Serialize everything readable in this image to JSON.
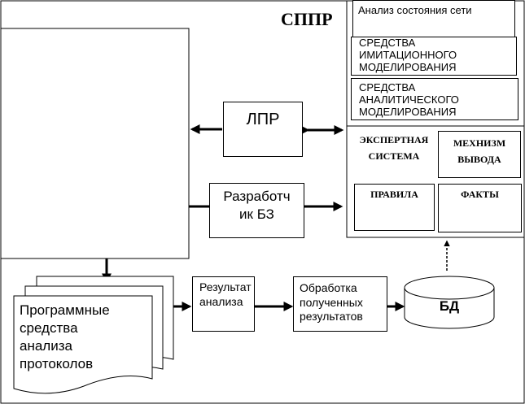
{
  "dss": {
    "title": "СППР",
    "network_analysis": "Анализ состояния сети",
    "simulation_tools": "СРЕДСТВА\n ИМИТАЦИОННОГО\nМОДЕЛИРОВАНИЯ",
    "analytic_tools": "СРЕДСТВА\nАНАЛИТИЧЕСКОГО\nМОДЕЛИРОВАНИЯ",
    "expert_system": "ЭКСПЕРТНАЯ\nСИСТЕМА",
    "inference_engine": "МЕХНИЗМ\nВЫВОДА",
    "rules": "ПРАВИЛА",
    "facts": "ФАКТЫ"
  },
  "actors": {
    "decision_maker": "ЛПР",
    "kb_developer": "Разработч\nик БЗ"
  },
  "pipeline": {
    "protocol_tools": "Программные\nсредства\nанализа\nпротоколов",
    "analysis_result": "Результат\nанализа",
    "processing": "Обработка\nполученных\nрезультатов",
    "database": "БД"
  },
  "colors": {
    "ink": "#000000",
    "paper": "#ffffff"
  }
}
